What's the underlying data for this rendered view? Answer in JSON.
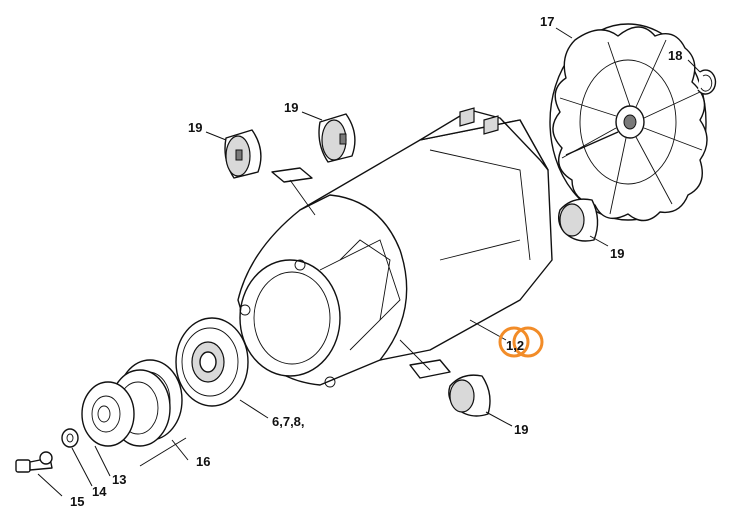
{
  "callouts": {
    "c17": "17",
    "c18": "18",
    "c19a": "19",
    "c19b": "19",
    "c19c": "19",
    "c19d": "19",
    "c1_2": "1,2",
    "c6_7_8": "6,7,8,",
    "c16": "16",
    "c13": "13",
    "c14": "14",
    "c15": "15"
  },
  "highlight": {
    "color": "#f28c28"
  }
}
